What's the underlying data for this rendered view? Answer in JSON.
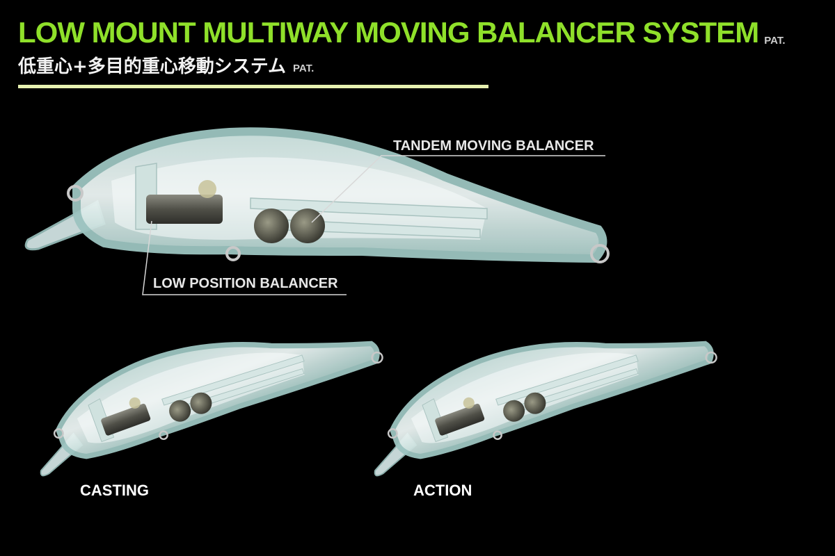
{
  "header": {
    "title": "LOW MOUNT MULTIWAY MOVING BALANCER SYSTEM",
    "title_pat": "PAT.",
    "subtitle_jp": "低重心+多目的重心移動システム",
    "subtitle_pat": "PAT."
  },
  "main_lure": {
    "callout_tandem": "TANDEM MOVING BALANCER",
    "callout_low": "LOW POSITION BALANCER"
  },
  "modes": [
    {
      "label": "CASTING"
    },
    {
      "label": "ACTION"
    }
  ],
  "colors": {
    "title": "#8fe02a",
    "rule": "#e6f0b0",
    "background": "#000000",
    "body_edge": "#9cc4c0"
  }
}
